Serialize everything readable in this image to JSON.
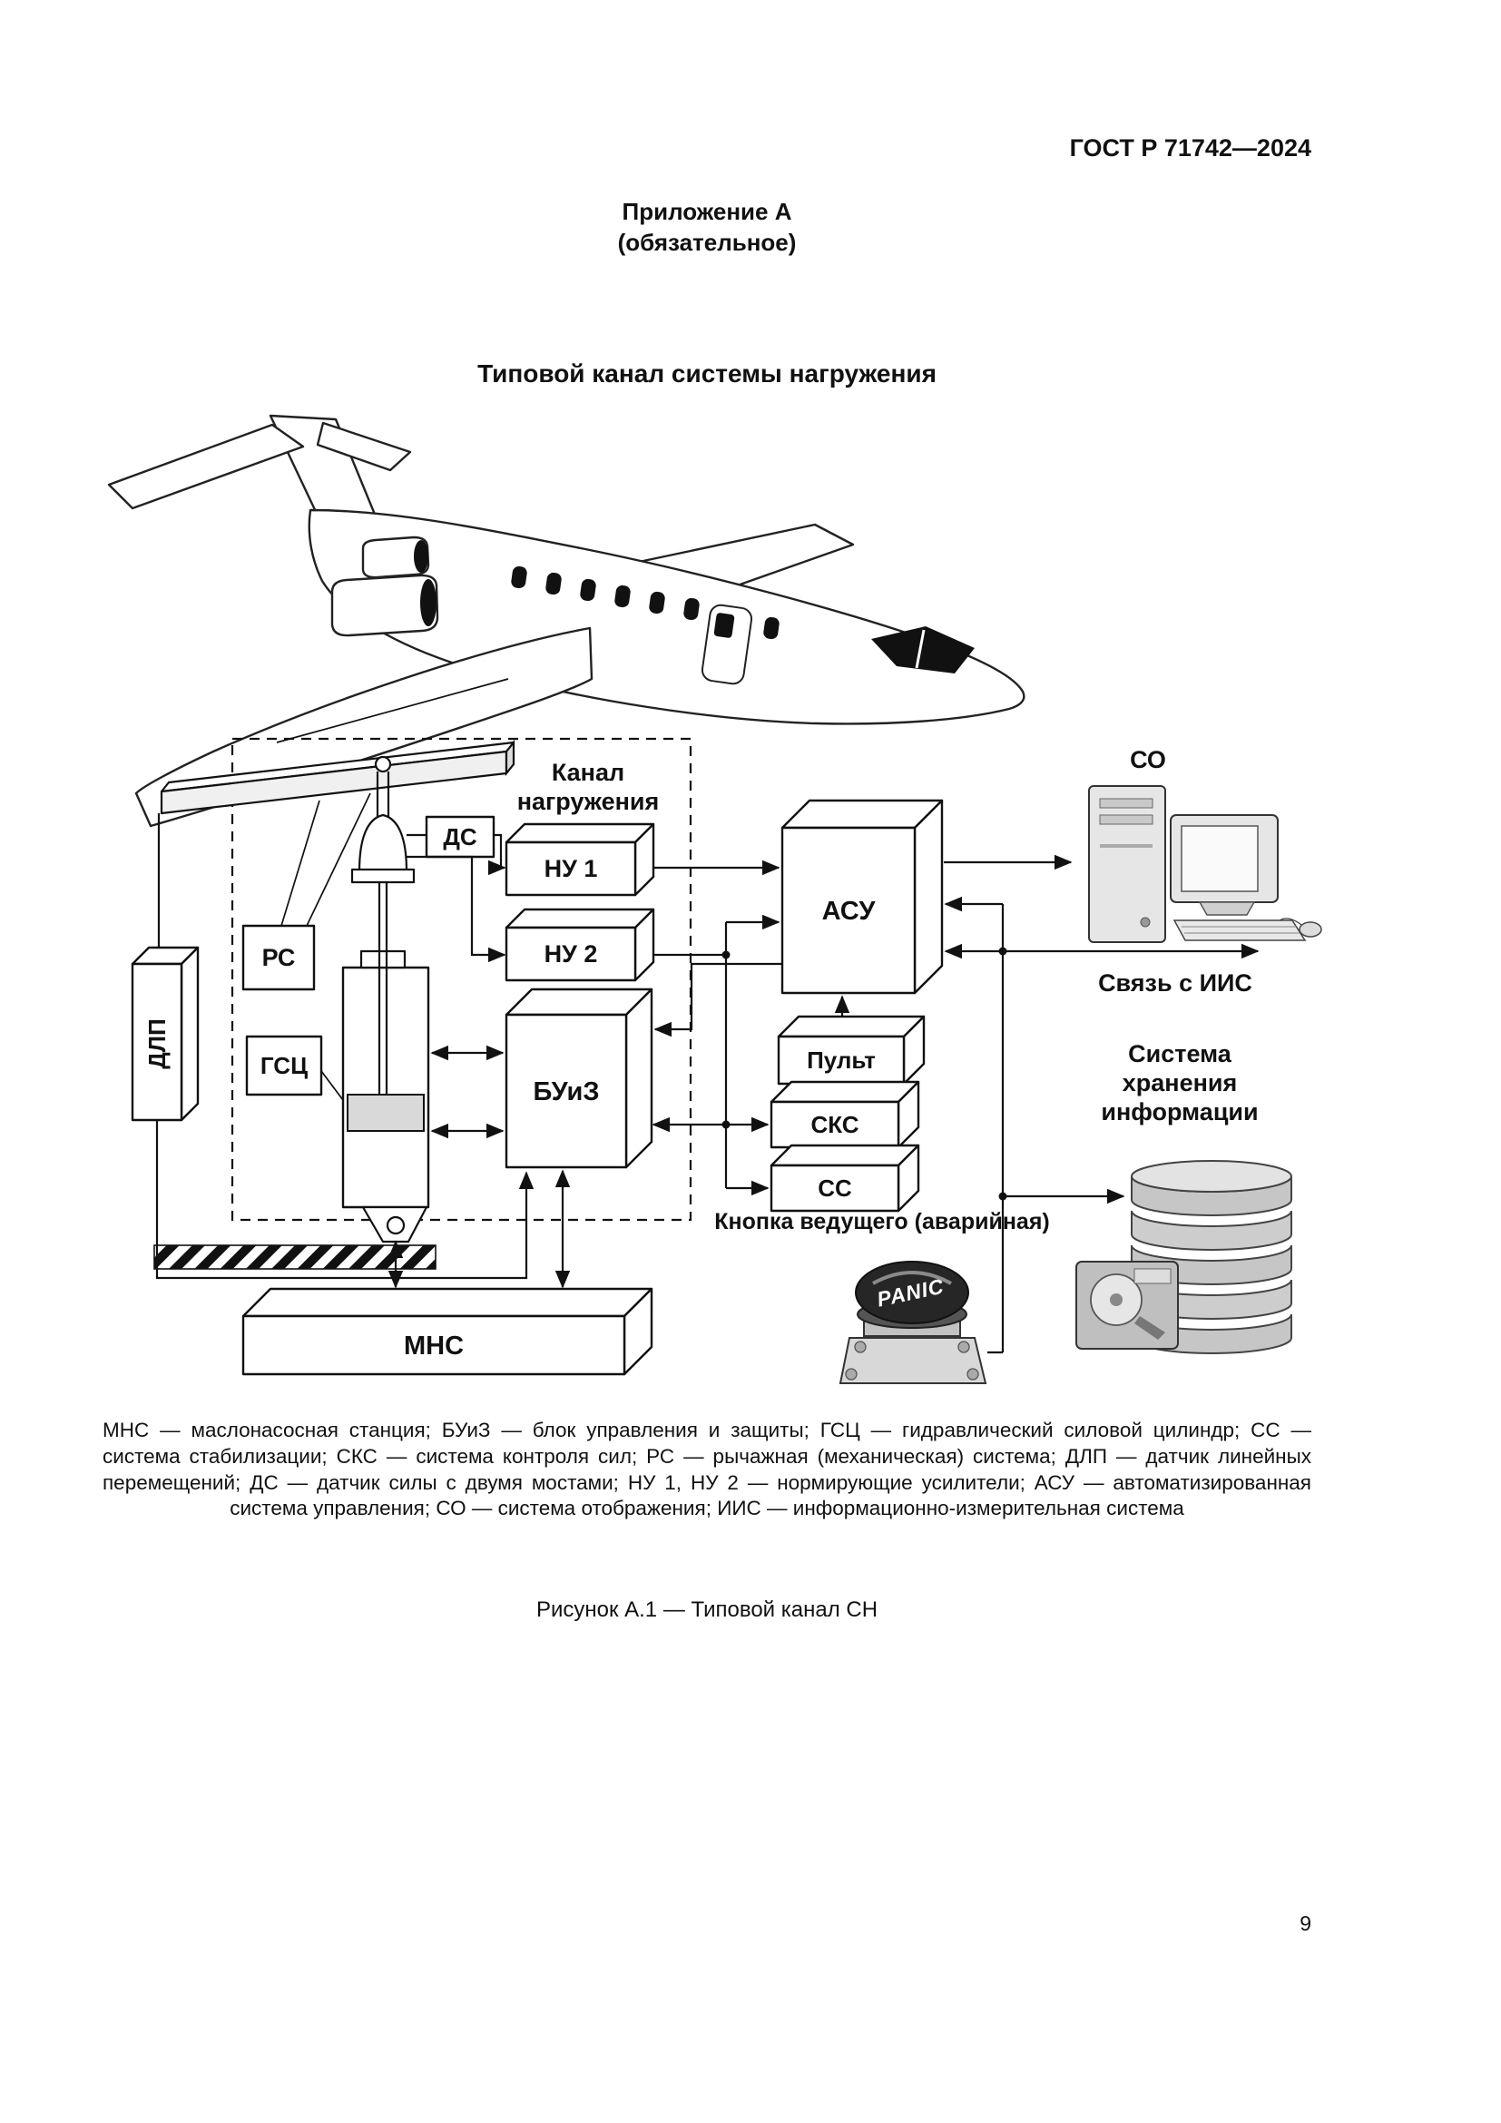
{
  "page": {
    "header": "ГОСТ Р 71742—2024",
    "appendix_title": "Приложение А",
    "appendix_subtitle": "(обязательное)",
    "figure_title": "Типовой канал системы нагружения",
    "caption": "Рисунок А.1 — Типовой канал СН",
    "page_number": "9"
  },
  "diagram": {
    "channel": {
      "line1": "Канал",
      "line2": "нагружения"
    },
    "boxes": {
      "ds": "ДС",
      "nu1": "НУ 1",
      "nu2": "НУ 2",
      "buiz": "БУиЗ",
      "rs": "РС",
      "gsc": "ГСЦ",
      "dlp": "ДЛП",
      "asu": "АСУ",
      "pult": "Пульт",
      "sks": "СКС",
      "ss": "СС",
      "mns": "МНС"
    },
    "labels": {
      "so": "СО",
      "iis_link": "Связь с ИИС",
      "storage1": "Система",
      "storage2": "хранения",
      "storage3": "информации",
      "panic_caption": "Кнопка ведущего (аварийная)",
      "panic_button": "PANIC"
    }
  },
  "legend": "МНС — маслонасосная станция; БУиЗ — блок управления и защиты; ГСЦ — гидравлический силовой цилиндр; СС — система стабилизации; СКС — система контроля сил; РС — рычажная (механическая) система; ДЛП — датчик линейных перемещений; ДС — датчик силы с двумя мостами; НУ 1, НУ 2 — нормирующие усилители; АСУ — автоматизированная система управления; СО — система отображения; ИИС — информационно-измерительная система",
  "colors": {
    "ink": "#111111",
    "paper": "#ffffff"
  }
}
